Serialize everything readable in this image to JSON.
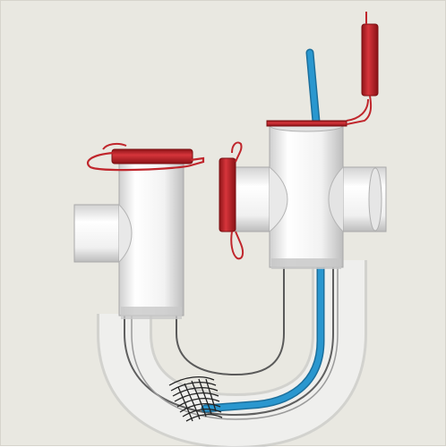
{
  "colors": {
    "background": "#e9e8e1",
    "pipe_white": "#f7f7f7",
    "pipe_shadow": "#c9c9c9",
    "clamp_red": "#c0262c",
    "blue_tube": "#2a97cf",
    "wire_black": "#1f1f1f"
  },
  "parts": [
    {
      "name": "tee-fitting",
      "icon": "tee-pipe-icon"
    },
    {
      "name": "cross-fitting",
      "icon": "cross-pipe-icon"
    },
    {
      "name": "u-tube",
      "icon": "transparent-u-tube-icon"
    },
    {
      "name": "blue-tube",
      "icon": "blue-tube-icon"
    },
    {
      "name": "wire-bundle",
      "icon": "wire-bundle-icon"
    },
    {
      "name": "red-caps",
      "icon": "tri-clamp-cap-icon"
    }
  ]
}
